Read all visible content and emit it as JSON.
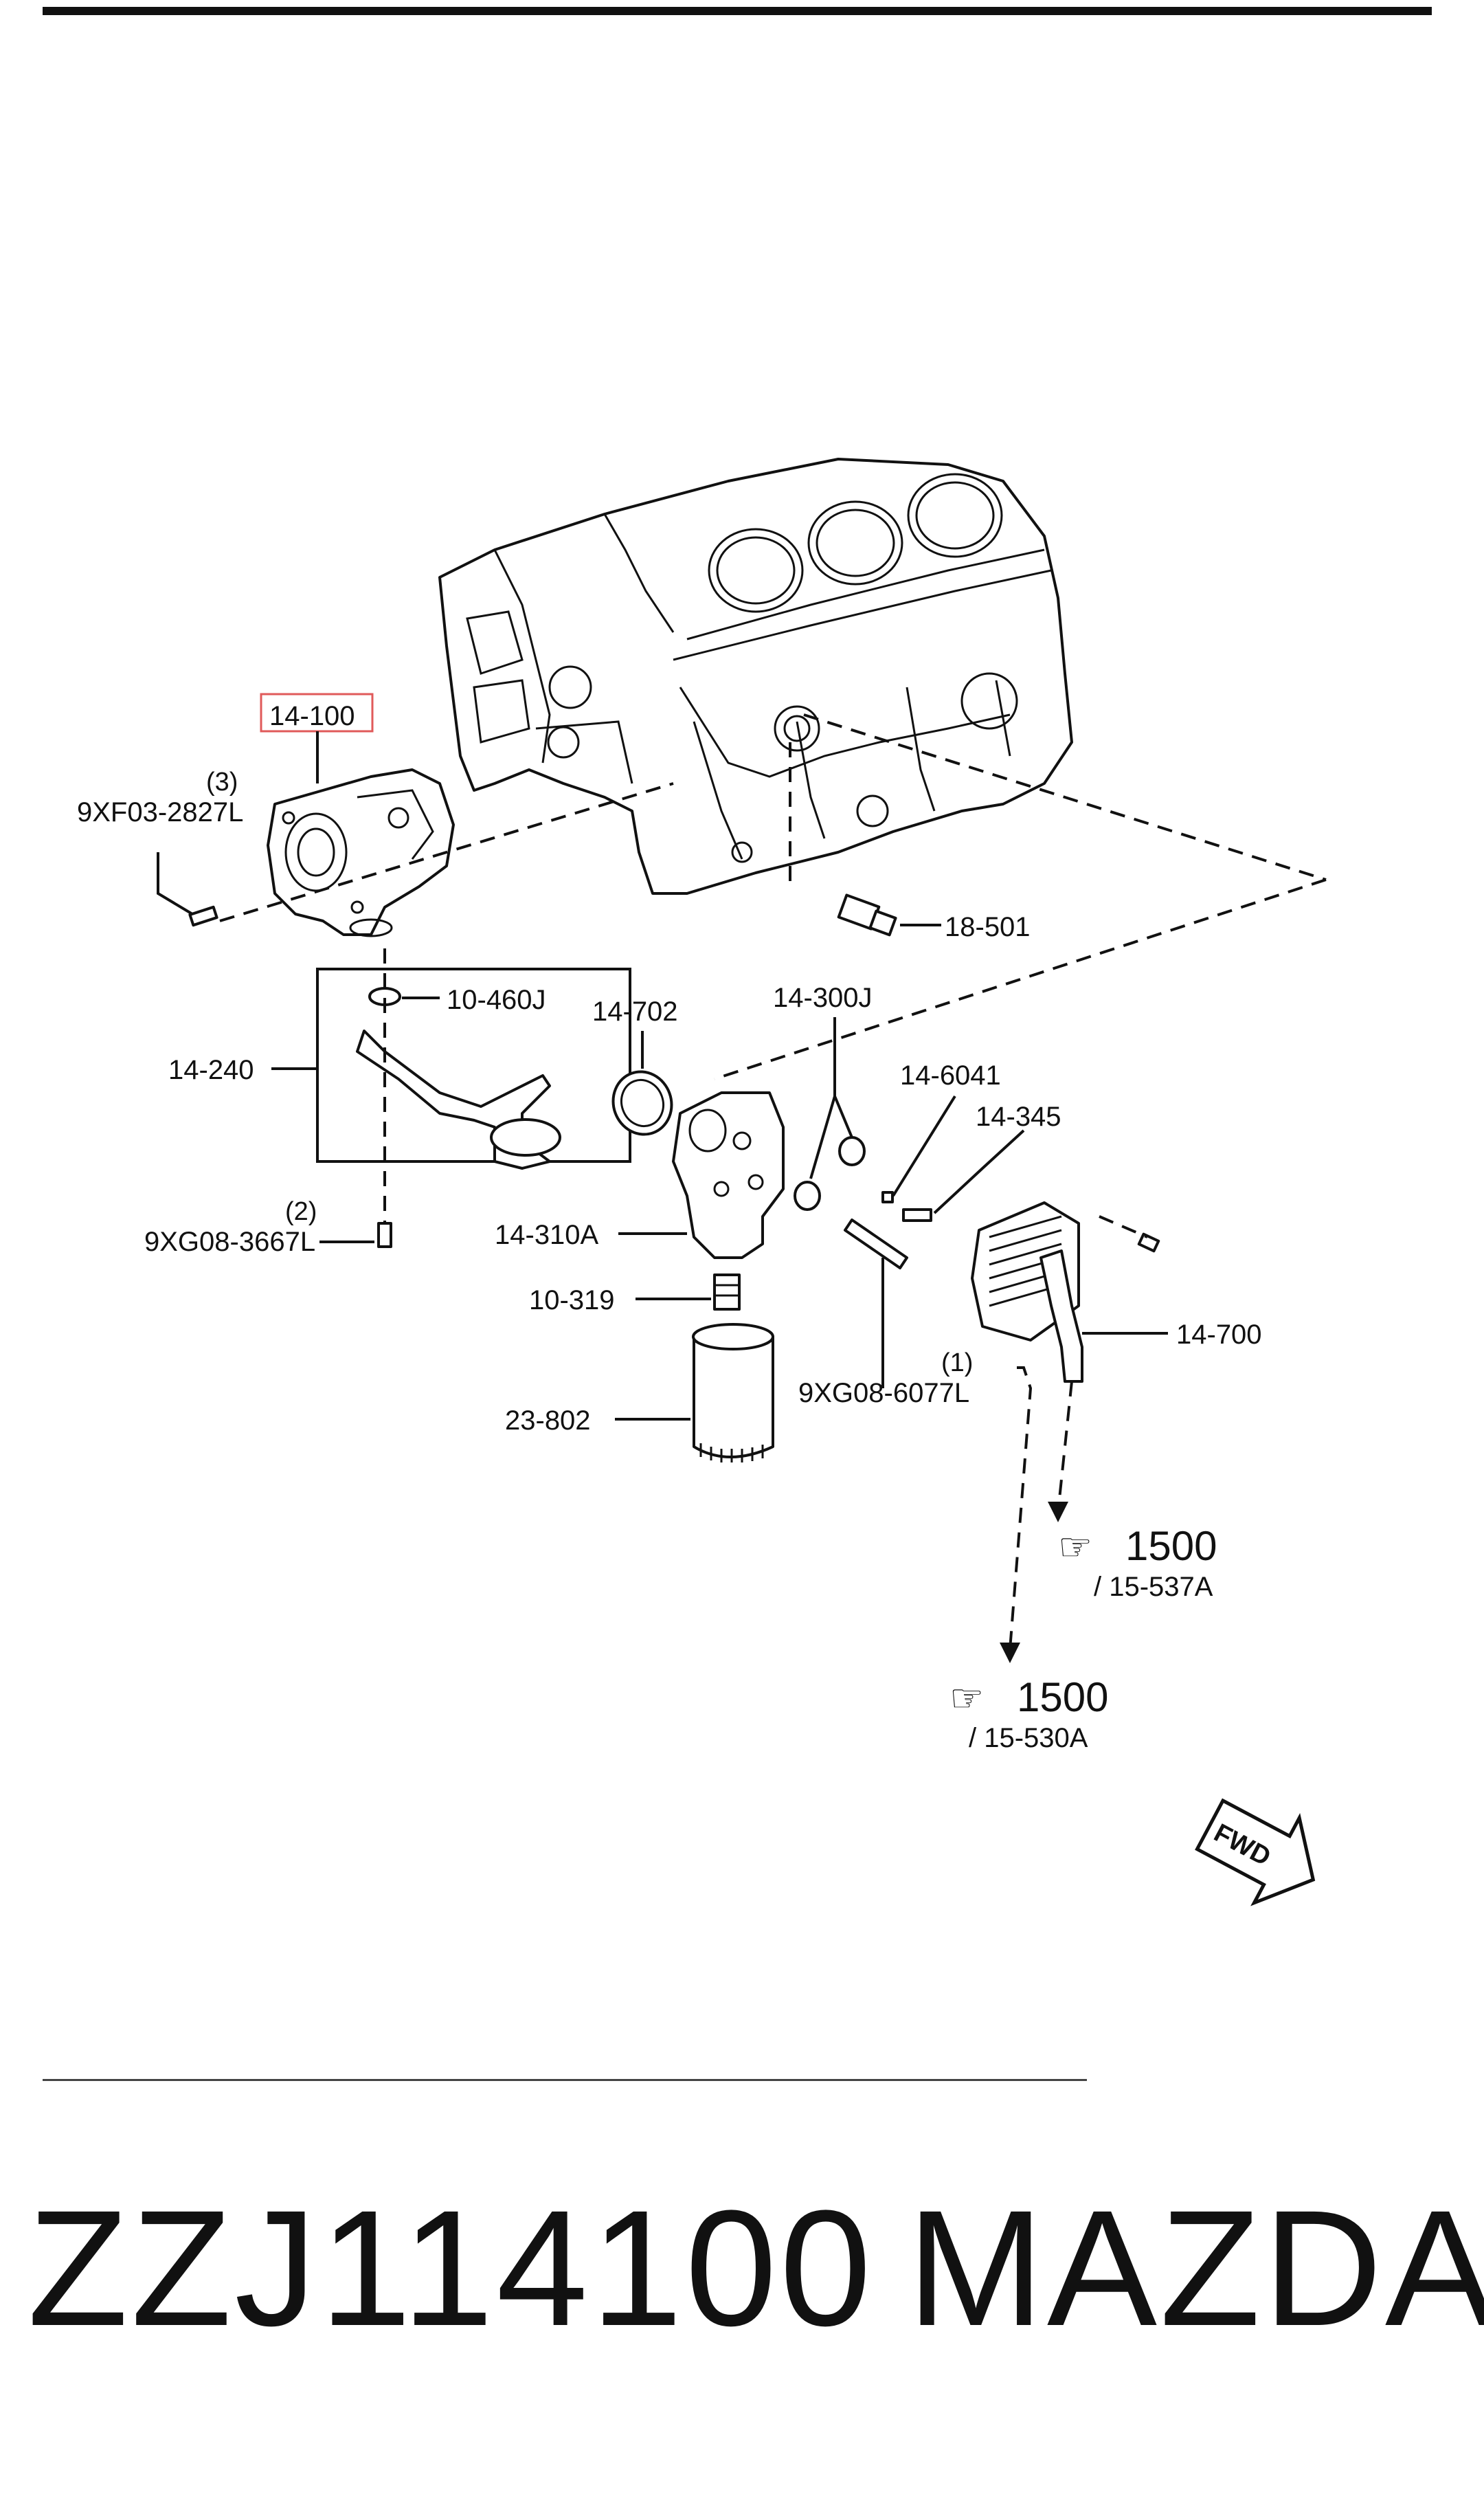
{
  "highlight_color": "#e05a5a",
  "callouts": {
    "oil_pump": "14-100",
    "oil_pump_bolt_qty": "(3)",
    "oil_pump_bolt": "9XF03-2827L",
    "sensor": "18-501",
    "oring": "10-460J",
    "strainer": "14-240",
    "strainer_bolt_qty": "(2)",
    "strainer_bolt": "9XG08-3667L",
    "gasket_ring": "14-702",
    "filter_body_seals": "14-300J",
    "pin": "14-6041",
    "bolt_345": "14-345",
    "filter_body": "14-310A",
    "nipple": "10-319",
    "oil_filter": "23-802",
    "long_bolt_qty": "(1)",
    "long_bolt": "9XG08-6077L",
    "oil_cooler": "14-700"
  },
  "refs": [
    {
      "group": "1500",
      "sub": "/ 15-537A"
    },
    {
      "group": "1500",
      "sub": "/ 15-530A"
    }
  ],
  "fwd_label": "FWD",
  "footer": {
    "part_number": "ZZJ114100",
    "brand": "MAZDA"
  }
}
